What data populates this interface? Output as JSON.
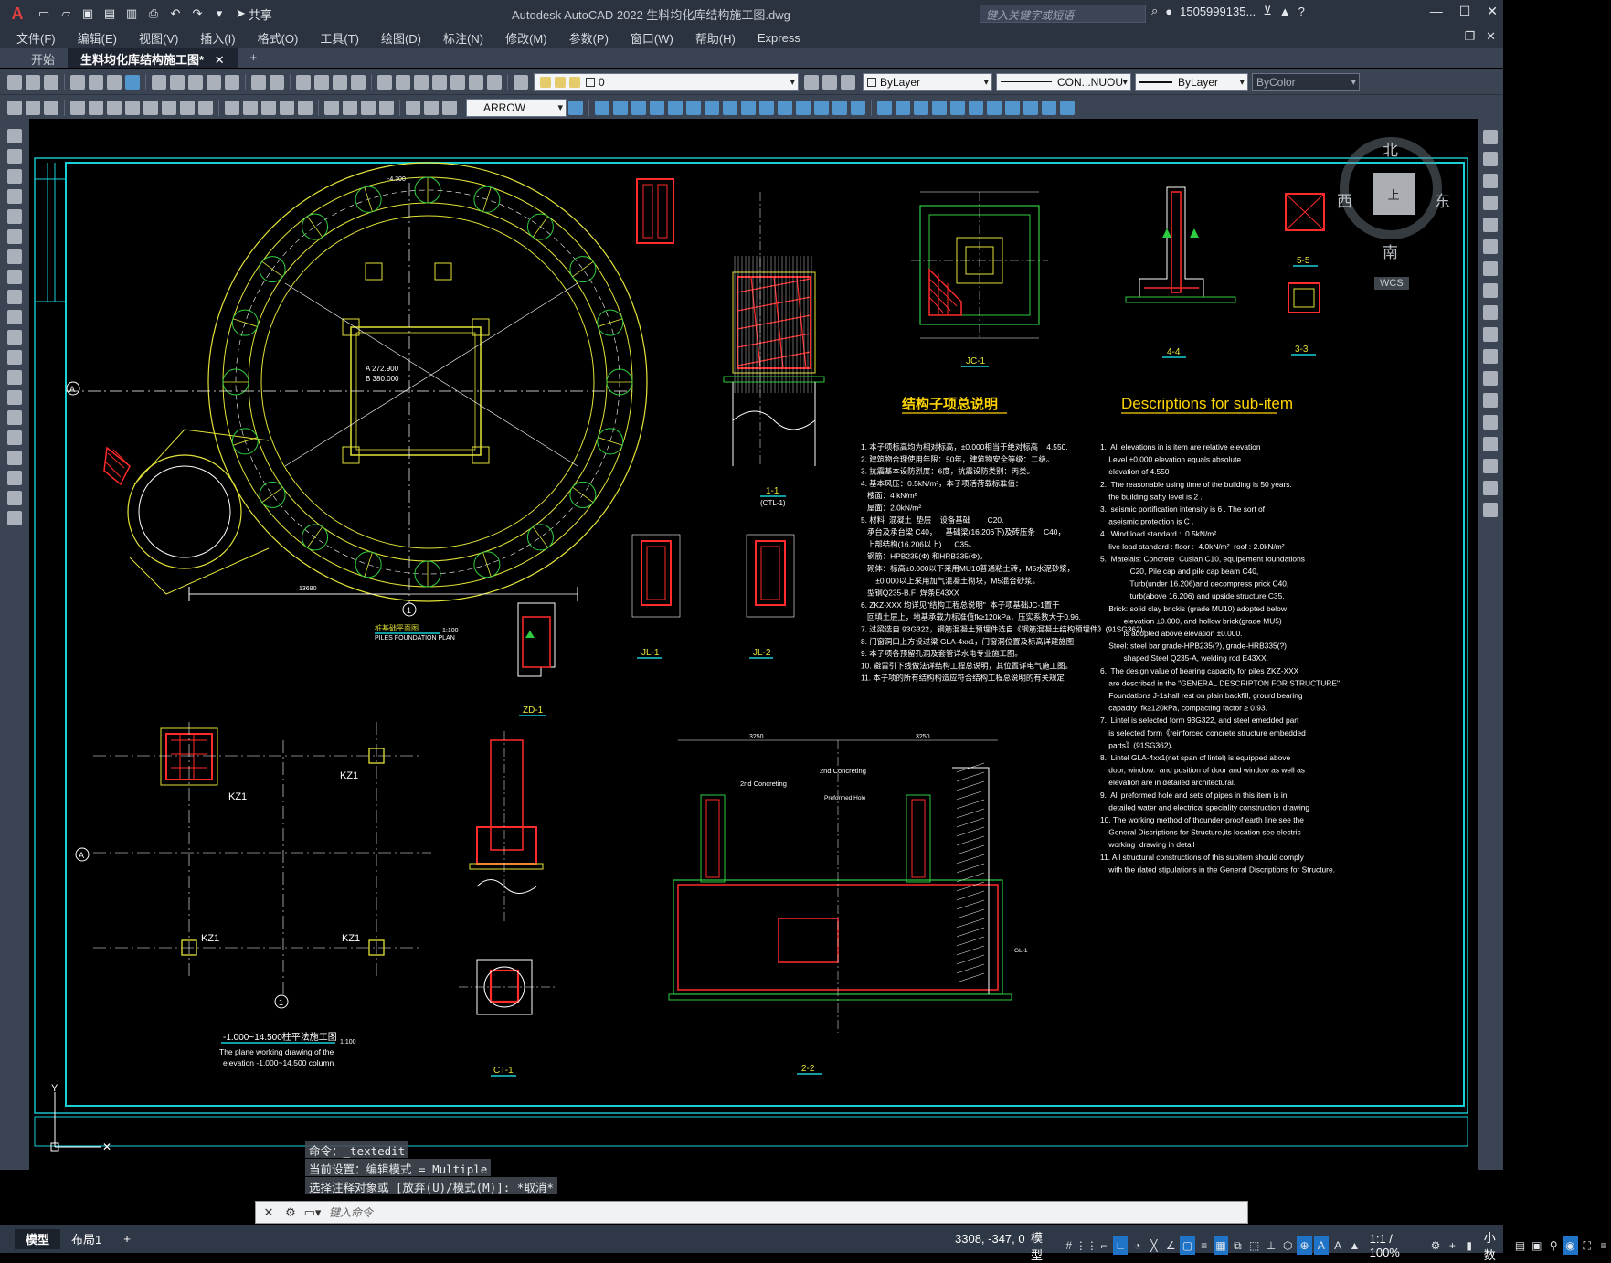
{
  "titlebar": {
    "logo": "A",
    "share_label": "共享",
    "window_title": "Autodesk AutoCAD 2022    生料均化库结构施工图.dwg",
    "search_placeholder": "键入关键字或短语",
    "user": "1505999135...",
    "help": "?"
  },
  "menubar": {
    "items": [
      "文件(F)",
      "编辑(E)",
      "视图(V)",
      "插入(I)",
      "格式(O)",
      "工具(T)",
      "绘图(D)",
      "标注(N)",
      "修改(M)",
      "参数(P)",
      "窗口(W)",
      "帮助(H)",
      "Express"
    ]
  },
  "tabs": [
    {
      "label": "开始"
    },
    {
      "label": "生料均化库结构施工图*"
    },
    {
      "label": "+"
    }
  ],
  "toolbar1": {
    "layer_value": "0",
    "color_value": "ByLayer",
    "linetype_value": "CON...NUOU",
    "lineweight_value": "ByLayer",
    "plotstyle_value": "ByColor"
  },
  "toolbar2": {
    "dimstyle_value": "ARROW"
  },
  "compass": {
    "north": "北",
    "east": "东",
    "south": "南",
    "west": "西",
    "top": "上",
    "wcs": "WCS"
  },
  "drawing": {
    "title_cn": "结构子项总说明",
    "title_en": "Descriptions for sub-item",
    "notes_cn": [
      "1. 本子项标高均为相对标高，±0.000相当于绝对标高    4.550.",
      "2. 建筑物合理使用年限：50年，建筑物安全等级：二级。",
      "3. 抗震基本设防烈度：6度，抗震设防类别：丙类。",
      "4. 基本风压：0.5kN/m²，本子项活荷载标准值：",
      "   楼面：4 kN/m²",
      "   屋面：2.0kN/m²",
      "5. 材料  混凝土  垫层    设备基础        C20.",
      "   承台及承台梁 C40，    基础梁(16.206下)及砖压条    C40，",
      "   上部结构(16.206以上)      C35。",
      "   钢筋：HPB235(Φ) 和HRB335(Φ)。",
      "   砌体：标高±0.000以下采用MU10普通粘土砖，M5水泥砂浆，",
      "       ±0.000以上采用加气混凝土砌块，M5混合砂浆。",
      "   型钢Q235-B.F  焊条E43XX",
      "6. ZKZ-XXX 均详见\"结构工程总说明\"  本子项基础JC-1置于",
      "   回填土层上，地基承载力标准值fk≥120kPa，压实系数大于0.96.",
      "7. 过梁选自 93G322，钢筋混凝土预埋件选自《钢筋混凝土结构预埋件》(91SG362)。",
      "8. 门窗洞口上方设过梁 GLA-4xx1，门窗洞位置及标高详建施图",
      "9. 本子项各预留孔洞及套管详水电专业施工图。",
      "10. 避雷引下线做法详结构工程总说明，其位置详电气施工图。",
      "11. 本子项的所有结构构造应符合结构工程总说明的有关规定"
    ],
    "notes_en": [
      "1.  All elevations in is item are relative elevation",
      "    Level ±0.000 elevation equals absolute",
      "    elevation of 4.550",
      "2.  The reasonable using time of the building is 50 years.",
      "    the building safty level is 2 .",
      "3.  seismic portification intensity is 6 . The sort of",
      "    aseismic protection is C .",
      "4.  Wind load standard :  0.5kN/m²",
      "    live load standard : floor :  4.0kN/m²  roof : 2.0kN/m²",
      "5.  Mateials: Concrete  Cusian C10, equipement foundations",
      "              C20, Pile cap and pile cap beam C40,",
      "              Turb(under 16.206)and decompress prick C40,",
      "              turb(above 16.206) and upside structure C35.",
      "    Brick: solid clay brickis (grade MU10) adopted below",
      "           elevation ±0.000, and hollow brick(grade MU5)",
      "           is adopted above elevation ±0.000.",
      "    Steel: steel bar grade-HPB235(?), grade-HRB335(?)",
      "           shaped Steel Q235-A, welding rod E43XX.",
      "6.  The design value of bearing capacity for piles ZKZ-XXX",
      "    are described in the \"GENERAL DESCRIPTON FOR STRUCTURE\"",
      "    Foundations J-1shall rest on plain backfill, grourd bearing",
      "    capacity  fk≥120kPa, compacting factor ≥ 0.93.",
      "7.  Lintel is selected form 93G322, and steel emedded part",
      "    is selected form《reinforced concrete structure embedded",
      "    parts》(91SG362).",
      "8.  Lintel GLA-4xx1(net span of lintel) is equipped above",
      "    door, window.  and position of door and window as well as",
      "    elevation are in detailed architectural.",
      "9.  All preformed hole and sets of pipes in this item is in",
      "    detailed water and electrical speciality construction drawing",
      "10. The working method of thounder-proof earth line see the",
      "    General Discriptions for Structure,its location see electric",
      "    working  drawing in detail",
      "11. All structural constructions of this subitem should comply",
      "    with the rlated stipulations in the General Discriptions for Structure."
    ],
    "labels": {
      "piles_cn": "桩基础平面图",
      "piles_en": "PILES FOUNDATION PLAN",
      "piles_scale": "1:100",
      "col_cn": "-1.000~14.500柱平法施工图",
      "col_scale": "1:100",
      "col_en1": "The plane working drawing of the",
      "col_en2": "elevation -1.000~14.500 column",
      "kz1": "KZ1",
      "axis_a": "A",
      "axis_1": "1",
      "s11": "1-1",
      "s11b": "(CTL-1)",
      "jc1": "JC-1",
      "s44": "4-4",
      "s55": "5-5",
      "s33": "3-3",
      "jl1": "JL-1",
      "jl2": "JL-2",
      "zd1": "ZD-1",
      "ct1": "CT-1",
      "s22": "2-2",
      "elev1": "-4.300",
      "dim1": "13690",
      "dim2": "3250",
      "dim3": "3250",
      "a_val": "A 272.900",
      "b_val": "B 380.000",
      "concreting": "2nd Concreting",
      "preformed": "Preformed Hole",
      "gl1": "GL-1"
    }
  },
  "command": {
    "lines": [
      "命令：_textedit",
      "当前设置：编辑模式 = Multiple",
      "选择注释对象或 [放弃(U)/模式(M)]: *取消*"
    ],
    "placeholder": "键入命令"
  },
  "statusbar": {
    "tabs": [
      "模型",
      "布局1",
      "+"
    ],
    "coords": "3308, -347, 0",
    "model_label": "模型",
    "scale": "1:1 / 100%",
    "units": "小数"
  }
}
